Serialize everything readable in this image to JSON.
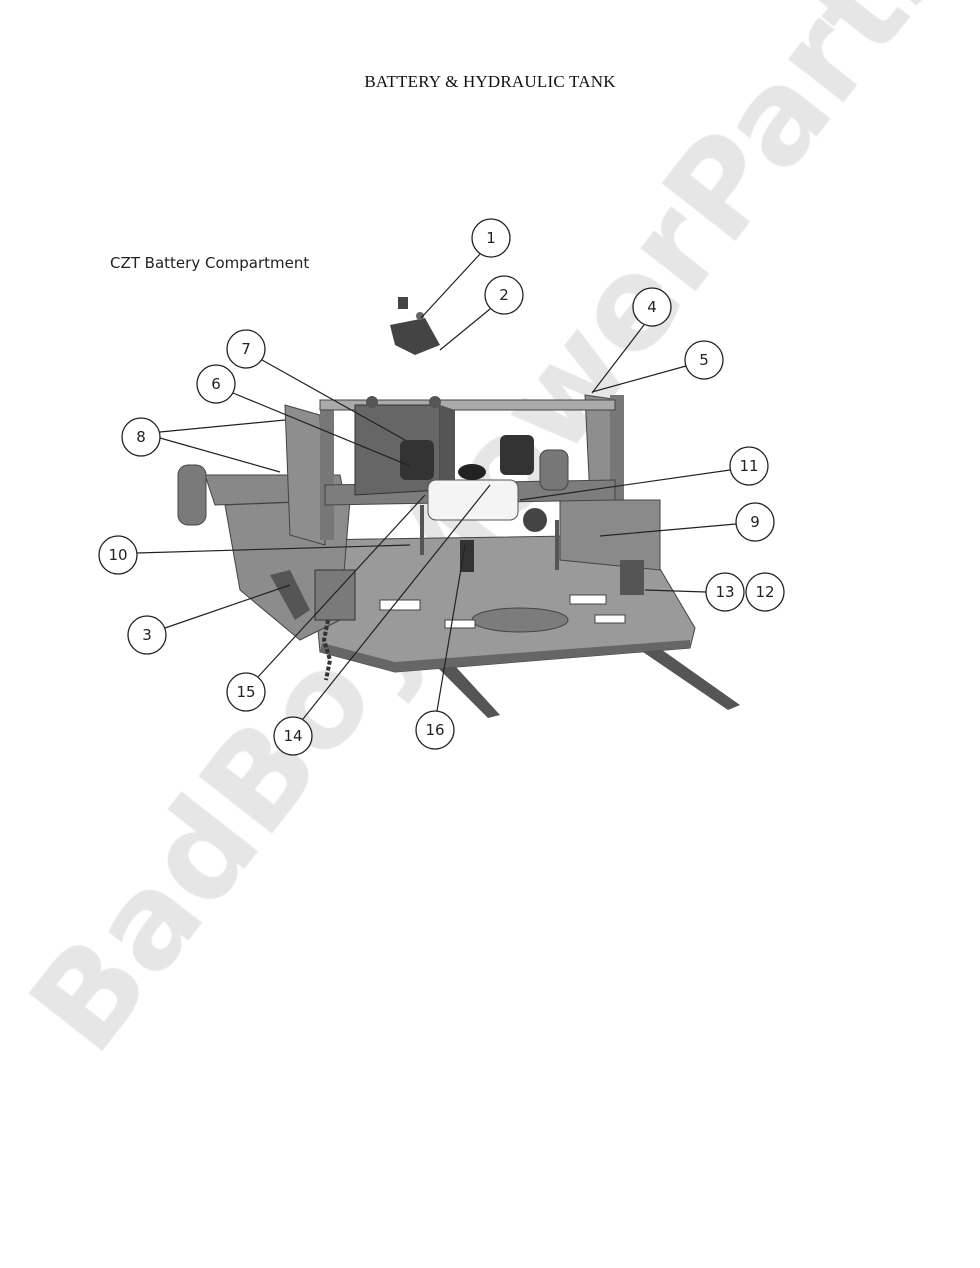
{
  "page": {
    "title": "BATTERY & HYDRAULIC TANK",
    "subtitle": "CZT Battery Compartment",
    "watermark": "BadBoyMowerParts.com"
  },
  "callouts": [
    "1",
    "2",
    "3",
    "4",
    "5",
    "6",
    "7",
    "8",
    "9",
    "10",
    "11",
    "12",
    "13",
    "14",
    "15",
    "16"
  ]
}
